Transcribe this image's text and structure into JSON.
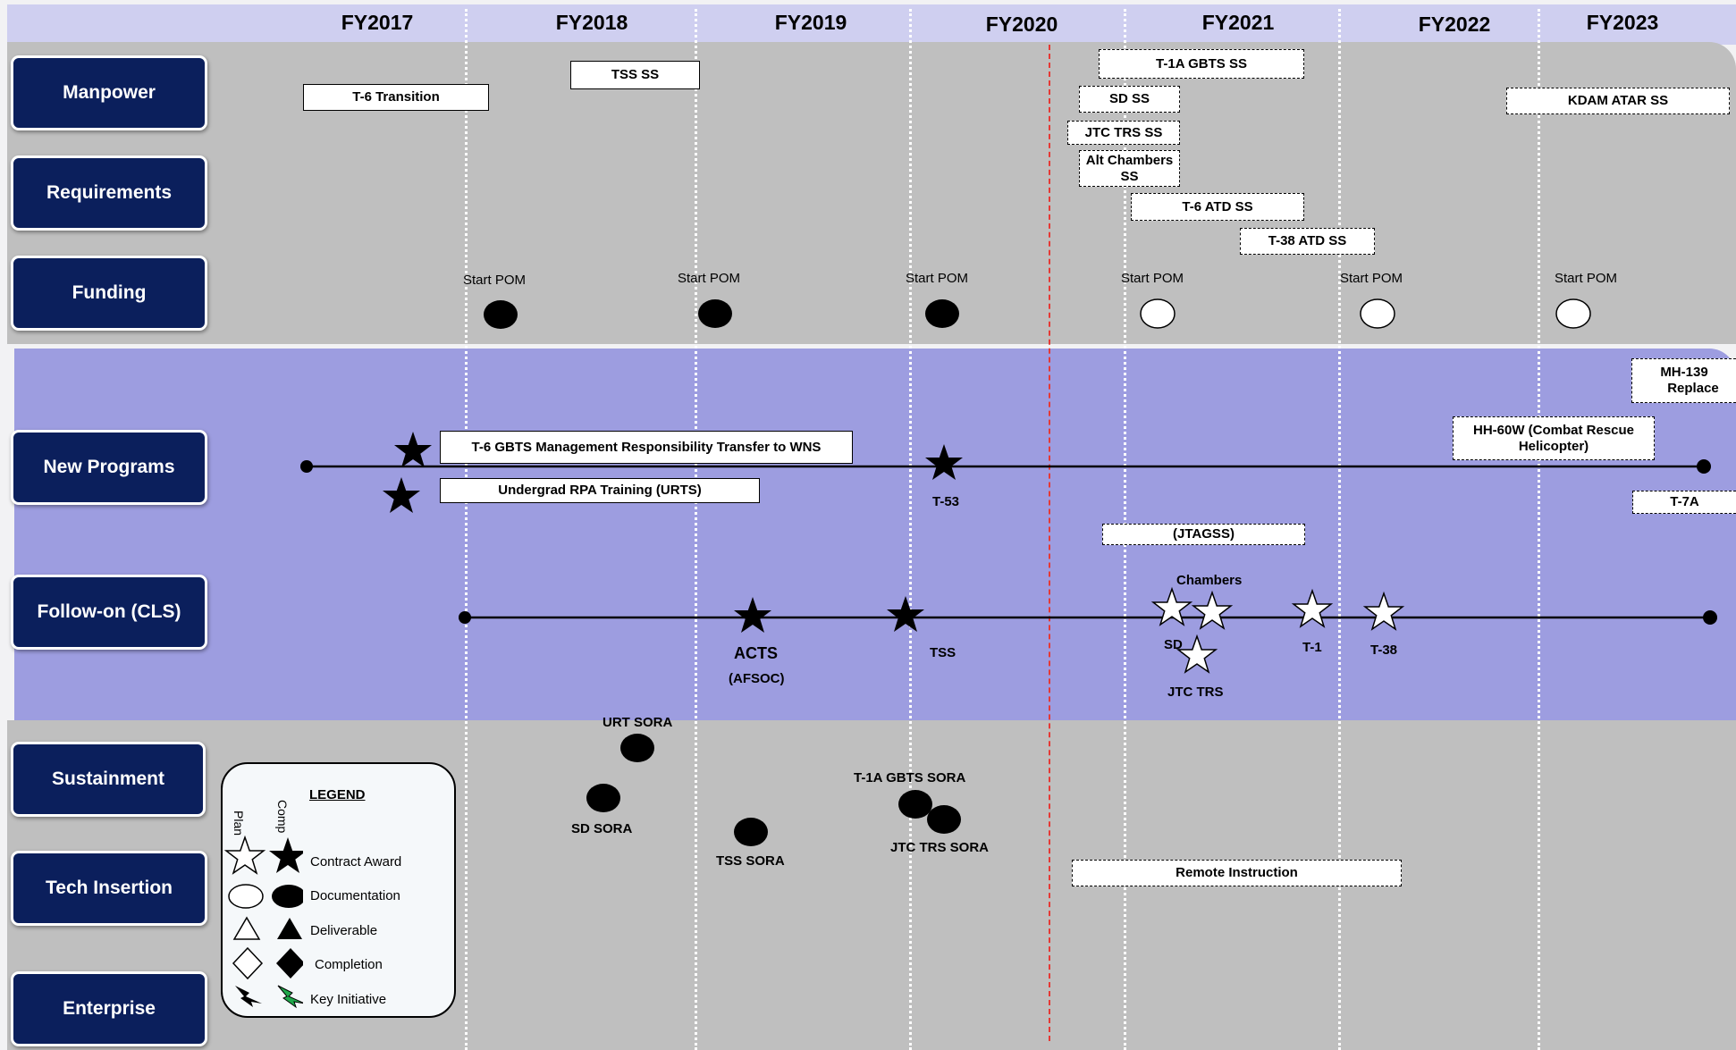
{
  "fiscal_years": [
    "FY2017",
    "FY2018",
    "FY2019",
    "FY2020",
    "FY2021",
    "FY2022",
    "FY2023"
  ],
  "rows": [
    "Manpower",
    "Requirements",
    "Funding",
    "New Programs",
    "Follow-on (CLS)",
    "Sustainment",
    "Tech Insertion",
    "Enterprise"
  ],
  "boxes": {
    "t6_transition": "T-6 Transition",
    "tss_ss": "TSS SS",
    "t1a_gbts_ss": "T-1A GBTS SS",
    "sd_ss": "SD SS",
    "jtc_trs_ss": "JTC TRS SS",
    "alt_chambers_ss_1": "Alt Chambers",
    "alt_chambers_ss_2": "SS",
    "t6_atd_ss": "T-6 ATD SS",
    "t38_atd_ss": "T-38 ATD SS",
    "kdam_atar_ss": "KDAM ATAR SS",
    "mh139_1": "MH-139",
    "mh139_2": "Replace",
    "hh60w_1": "HH-60W (Combat Rescue",
    "hh60w_2": "Helicopter)",
    "t6_gbts_transfer": "T-6 GBTS Management Responsibility Transfer to WNS",
    "urts": "Undergrad RPA Training (URTS)",
    "t7a": "T-7A",
    "jtagss": "(JTAGSS)",
    "remote_instruction": "Remote Instruction"
  },
  "funding": {
    "start_pom": "Start POM"
  },
  "labels": {
    "t53": "T-53",
    "acts": "ACTS",
    "afsoc": "(AFSOC)",
    "tss": "TSS",
    "chambers": "Chambers",
    "sd": "SD",
    "jtc_trs": "JTC TRS",
    "t1": "T-1",
    "t38": "T-38",
    "urt_sora": "URT SORA",
    "sd_sora": "SD SORA",
    "tss_sora": "TSS SORA",
    "t1a_gbts_sora": "T-1A GBTS SORA",
    "jtc_trs_sora": "JTC TRS SORA"
  },
  "legend": {
    "title": "LEGEND",
    "plan": "Plan",
    "comp": "Comp",
    "items": [
      "Contract Award",
      "Documentation",
      "Deliverable",
      "Completion",
      "Key Initiative"
    ]
  },
  "colors": {
    "row_label_bg": "#0b1f5c",
    "gray_band": "#bfbfbf",
    "purple_band": "#9d9de0",
    "header_band": "#cfcff0",
    "today_line": "#e53935",
    "key_initiative_green": "#1fa84a"
  }
}
